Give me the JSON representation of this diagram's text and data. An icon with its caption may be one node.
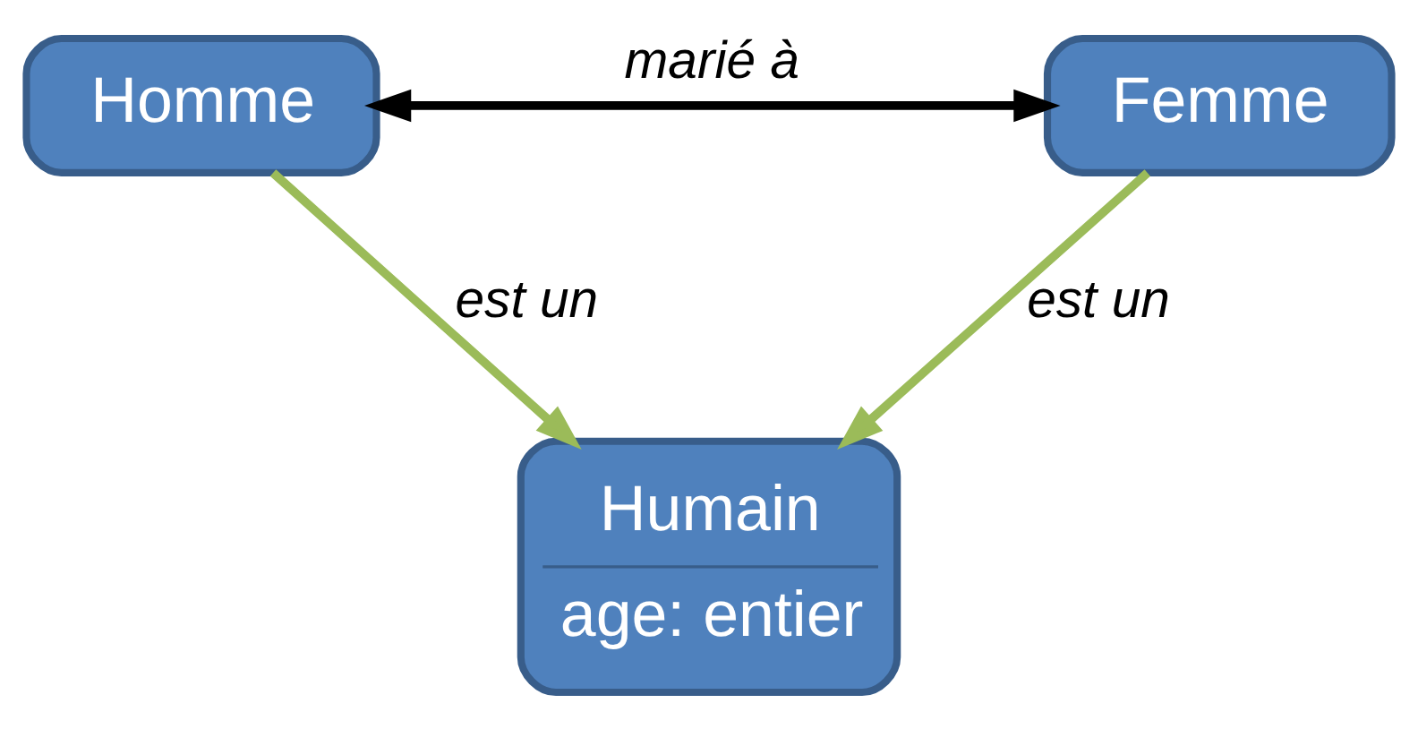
{
  "diagram": {
    "nodes": [
      {
        "text": [
          "Humain",
          "age: entier"
        ]
      },
      {
        "text": [
          "Homme"
        ]
      },
      {
        "text": [
          "Femme"
        ]
      }
    ],
    "edges": [
      {
        "from": 1,
        "to": 0,
        "arrow": "to",
        "label": "est un",
        "color": "#9bbb59"
      },
      {
        "from": 2,
        "to": 0,
        "arrow": "to",
        "label": "est un",
        "color": "#9bbb59"
      },
      {
        "from": 1,
        "to": 2,
        "arrow": "both",
        "label": "marié à",
        "color": "#000000"
      }
    ]
  }
}
